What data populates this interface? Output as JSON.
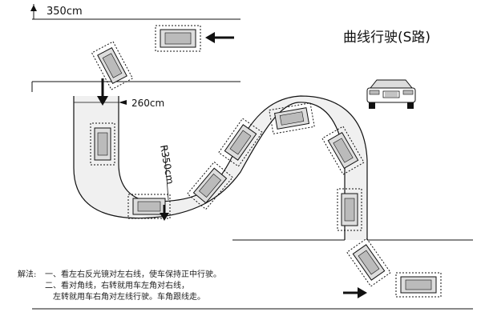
{
  "title": "曲线行驶(S路)",
  "dimensions": {
    "top_width": "350cm",
    "lane_width": "260cm",
    "radius": "R350cm"
  },
  "notes": {
    "prefix": "解法:",
    "line1": "一、看左右反光镜对左右线，使车保持正中行驶。",
    "line2": "二、看对角线，右转就用车左角对右线，",
    "line3": "左转就用车右角对左线行驶。车角跟线走。"
  },
  "colors": {
    "line": "#111111",
    "road_fill": "#efefef",
    "car_body": "#ffffff",
    "car_glass": "#cfcfcf"
  },
  "icons": [
    "car-front-icon",
    "arrow-left-icon",
    "arrow-down-icon",
    "arrow-right-icon"
  ]
}
